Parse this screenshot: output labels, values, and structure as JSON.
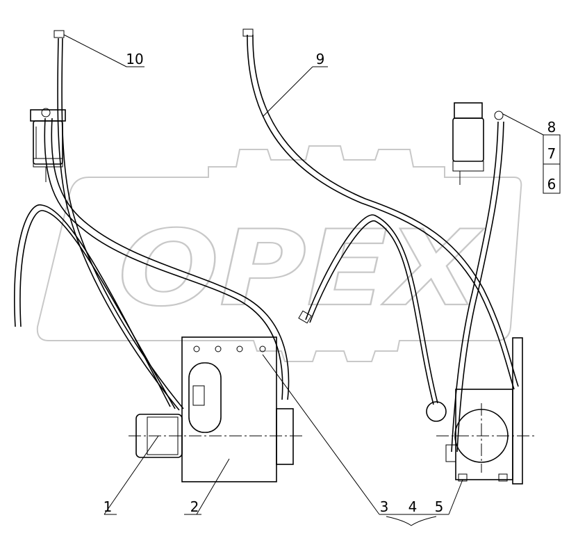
{
  "watermark": {
    "text": "OPEX",
    "color": "#c8c8c8"
  },
  "callouts": [
    "1",
    "2",
    "3",
    "4",
    "5",
    "6",
    "7",
    "8",
    "9",
    "10"
  ],
  "colors": {
    "line": "#000000",
    "background": "#ffffff"
  }
}
